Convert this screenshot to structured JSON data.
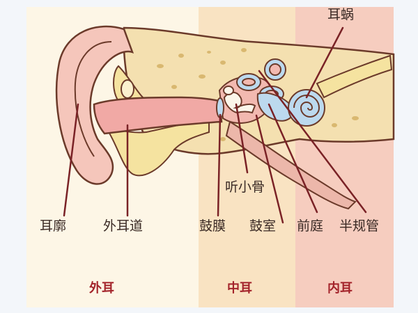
{
  "regions": {
    "outer": {
      "label": "外耳",
      "color": "#fdf6e6"
    },
    "middle": {
      "label": "中耳",
      "color": "#f9e3c2"
    },
    "inner": {
      "label": "内耳",
      "color": "#f6cdbf"
    }
  },
  "labels": {
    "auricle": "耳廓",
    "ear_canal": "外耳道",
    "eardrum": "鼓膜",
    "ossicles": "听小骨",
    "tympanic_cavity": "鼓室",
    "vestibule": "前庭",
    "semicircular_canals": "半规管",
    "cochlea": "耳蜗"
  },
  "colors": {
    "leader_line": "#7a2226",
    "outline": "#6b3a2a",
    "skin": "#f5c6bb",
    "bone": "#f5e3a0",
    "canal": "#f1a9a5",
    "inner_ear": "#bcd9ee"
  }
}
